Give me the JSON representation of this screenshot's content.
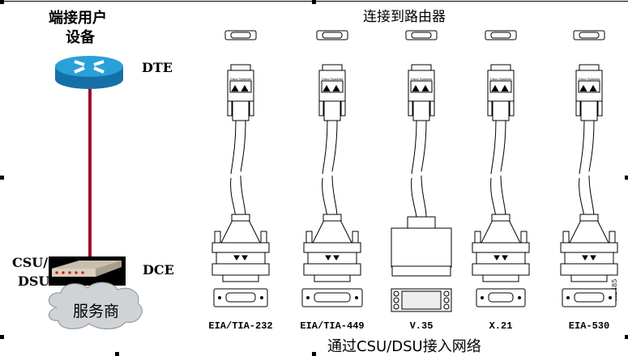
{
  "left": {
    "title_line1": "端接用户",
    "title_line2": "设备",
    "dte_label": "DTE",
    "dce_label": "DCE",
    "csu_line1": "CSU/",
    "csu_line2": "DSU",
    "cloud_label": "服务商",
    "link_color": "#a0102a",
    "router_color": "#1e90c8"
  },
  "right": {
    "top_title": "连接到路由器",
    "bottom_title": "通过CSU/DSU接入网络",
    "logo_text": "Cisco Systems",
    "figure_id": "H2485",
    "connectors": [
      {
        "label": "EIA/TIA-232",
        "type": "db25"
      },
      {
        "label": "EIA/TIA-449",
        "type": "db37"
      },
      {
        "label": "V.35",
        "type": "v35"
      },
      {
        "label": "X.21",
        "type": "db15"
      },
      {
        "label": "EIA-530",
        "type": "db25"
      }
    ]
  }
}
